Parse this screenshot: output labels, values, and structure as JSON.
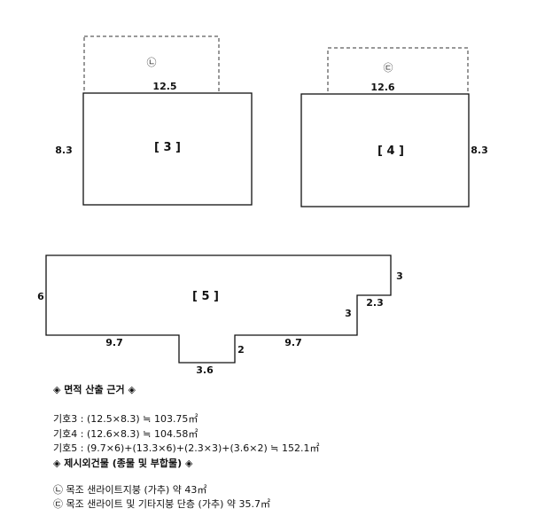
{
  "plans": {
    "b3": {
      "label": "[ 3 ]",
      "top": "12.5",
      "side": "8.3",
      "annex_symbol": "㉡"
    },
    "b4": {
      "label": "[ 4 ]",
      "top": "12.6",
      "side": "8.3",
      "annex_symbol": "㉢"
    },
    "b5": {
      "label": "[ 5 ]",
      "left": "6",
      "bottom_left": "9.7",
      "notch_bottom": "3.6",
      "notch_side": "2",
      "bottom_right": "9.7",
      "step_lower": "3",
      "step_width": "2.3",
      "step_upper": "3"
    }
  },
  "text": {
    "basis_heading": "◈ 면적 산출 근거 ◈",
    "calc3": "기호3 : (12.5×8.3) ≒ 103.75㎡",
    "calc4": "기호4 : (12.6×8.3) ≒ 104.58㎡",
    "calc5": "기호5 : (9.7×6)+(13.3×6)+(2.3×3)+(3.6×2) ≒ 152.1㎡",
    "excluded_heading": "◈ 제시외건물 (종물 및 부합물) ◈",
    "note1": "㉡ 목조 샌라이트지붕 (가추) 약 43㎡",
    "note2": "㉢ 목조 샌라이트 및 기타지붕 단층 (가추) 약 35.7㎡"
  }
}
